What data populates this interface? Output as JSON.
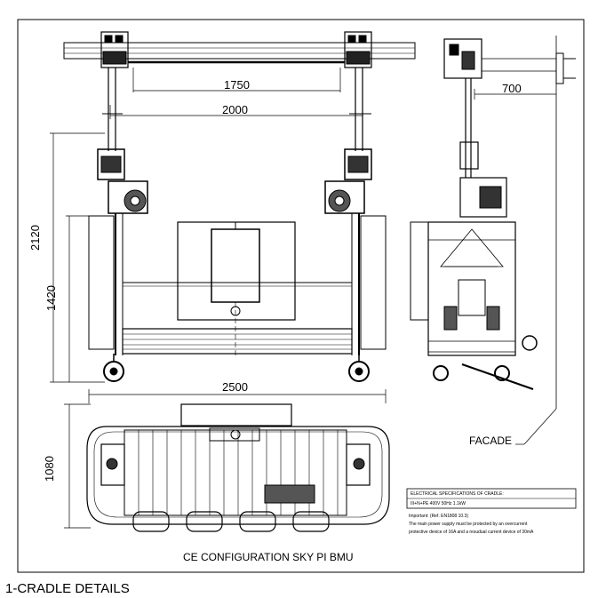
{
  "dimensions": {
    "d1750": "1750",
    "d2000": "2000",
    "d700": "700",
    "d2120": "2120",
    "d1420": "1420",
    "d2500": "2500",
    "d1080": "1080"
  },
  "labels": {
    "facade": "FACADE",
    "config_title": "CE CONFIGURATION SKY PI BMU",
    "figure_caption": "1-CRADLE DETAILS"
  },
  "spec_box": {
    "header": "ELECTRICAL SPECIFICATIONS OF CRADLE:",
    "supply": "III+N+PE 400V 50Hz 1.1kW",
    "important": "Important: (Ref. EN1808 10.3)",
    "note_line1": "The main power supply must be protected by an overcurrent",
    "note_line2": "protective device of 16A and a resudual current device of 30mA"
  },
  "colors": {
    "line": "#000000",
    "background": "#ffffff"
  }
}
